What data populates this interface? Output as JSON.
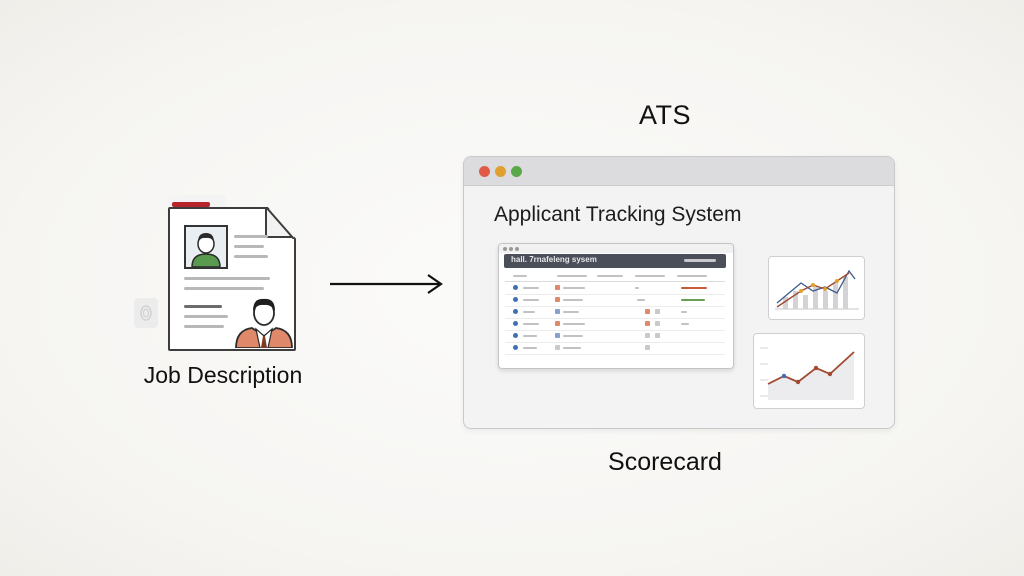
{
  "labels": {
    "ats": "ATS",
    "app_title": "Applicant Tracking System",
    "job_description": "Job Description",
    "scorecard": "Scorecard"
  },
  "mini_table": {
    "header": "hall. 7rnafeleng sysem"
  },
  "colors": {
    "accent_red": "#b5252b",
    "window_dot_red": "#e05a47",
    "window_dot_yellow": "#e0a030",
    "window_dot_green": "#59a84a",
    "person_orange": "#e0896a",
    "person_green": "#5a9a4e",
    "chart_line": "#a14a32"
  },
  "icons": [
    "document-icon",
    "person-icon",
    "arrow-right-icon",
    "line-chart-icon"
  ]
}
